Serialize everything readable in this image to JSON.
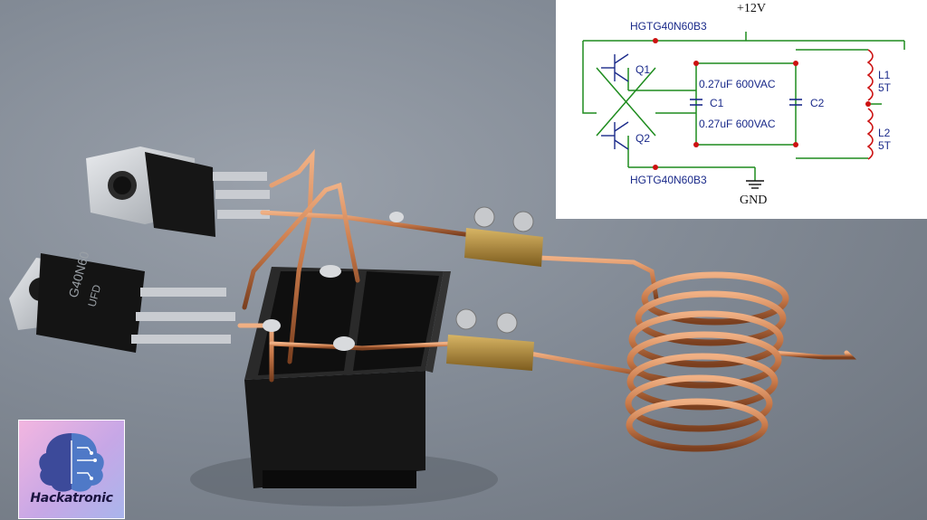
{
  "photo": {
    "transistor_q1_marking": "",
    "transistor_q2_marking": "G40N60\nUFD",
    "copper_color": "#c97a4a",
    "housing_color": "#1a1a1a",
    "brass_color": "#b08c3a"
  },
  "schematic": {
    "supply_label": "+12V",
    "ground_label": "GND",
    "q1_part": "HGTG40N60B3",
    "q2_part": "HGTG40N60B3",
    "q1_ref": "Q1",
    "q2_ref": "Q2",
    "c1_ref": "C1",
    "c2_ref": "C2",
    "c_top_value": "0.27uF 600VAC",
    "c_bottom_value": "0.27uF 600VAC",
    "l1_ref": "L1",
    "l1_turns": "5T",
    "l2_ref": "L2",
    "l2_turns": "5T",
    "wire_color": "#1e8c1e",
    "node_color": "#cc1111"
  },
  "logo": {
    "brand": "Hackatronic",
    "icon": "brain-circuit-icon"
  }
}
